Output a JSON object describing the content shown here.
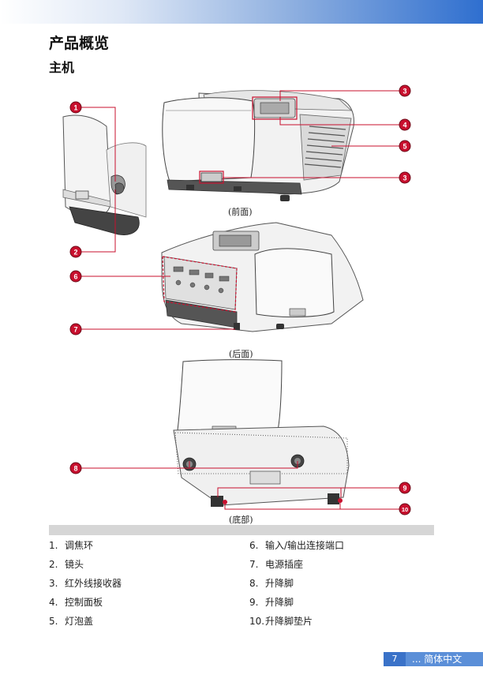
{
  "page": {
    "title": "产品概览",
    "subtitle": "主机"
  },
  "callouts": [
    "1",
    "2",
    "3",
    "4",
    "5",
    "3",
    "6",
    "7",
    "8",
    "9",
    "10"
  ],
  "captions": {
    "front": "(前面)",
    "rear": "(后面)",
    "bottom": "(底部)"
  },
  "parts_left": [
    {
      "num": "1.",
      "label": "调焦环"
    },
    {
      "num": "2.",
      "label": "镜头"
    },
    {
      "num": "3.",
      "label": "红外线接收器"
    },
    {
      "num": "4.",
      "label": "控制面板"
    },
    {
      "num": "5.",
      "label": "灯泡盖"
    }
  ],
  "parts_right": [
    {
      "num": "6.",
      "label": "输入/输出连接端口"
    },
    {
      "num": "7.",
      "label": "电源插座"
    },
    {
      "num": "8.",
      "label": "升降脚"
    },
    {
      "num": "9.",
      "label": "升降脚"
    },
    {
      "num": "10.",
      "label": "升降脚垫片"
    }
  ],
  "footer": {
    "page_number": "7",
    "language": "... 简体中文"
  },
  "colors": {
    "accent_red": "#c8102e",
    "header_blue": "#2f6fcf"
  }
}
